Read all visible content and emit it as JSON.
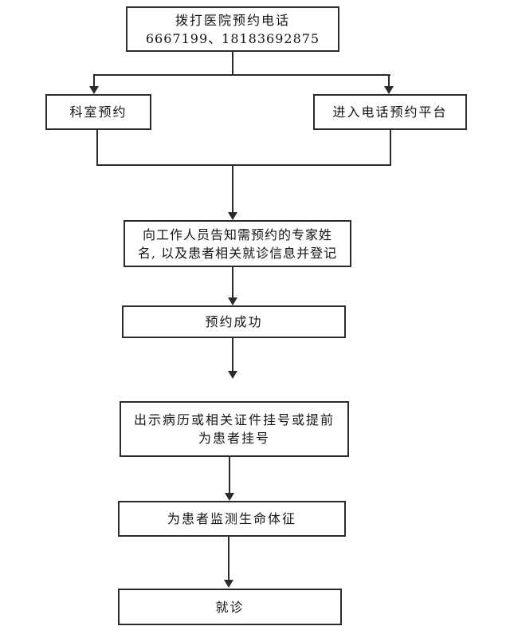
{
  "flowchart": {
    "colors": {
      "line": "#2b2b2b",
      "text": "#141414",
      "background": "#ffffff"
    },
    "nodes": {
      "call": {
        "line1": "拨打医院预约电话",
        "line2": "6667199、18183692875"
      },
      "dept": {
        "label": "科室预约"
      },
      "platform": {
        "label": "进入电话预约平台"
      },
      "inform": {
        "line1": "向工作人员告知需预约的专家姓",
        "line2": "名, 以及患者相关就诊信息并登记"
      },
      "success": {
        "label": "预约成功"
      },
      "register": {
        "line1": "出示病历或相关证件挂号或提前",
        "line2": "为患者挂号"
      },
      "vitals": {
        "label": "为患者监测生命体征"
      },
      "visit": {
        "label": "就诊"
      }
    },
    "edges": [
      {
        "from": "call",
        "to": "dept"
      },
      {
        "from": "call",
        "to": "platform"
      },
      {
        "from": "dept",
        "to": "inform"
      },
      {
        "from": "platform",
        "to": "inform"
      },
      {
        "from": "inform",
        "to": "success"
      },
      {
        "from": "success",
        "to": "register"
      },
      {
        "from": "register",
        "to": "vitals"
      },
      {
        "from": "vitals",
        "to": "visit"
      }
    ]
  }
}
